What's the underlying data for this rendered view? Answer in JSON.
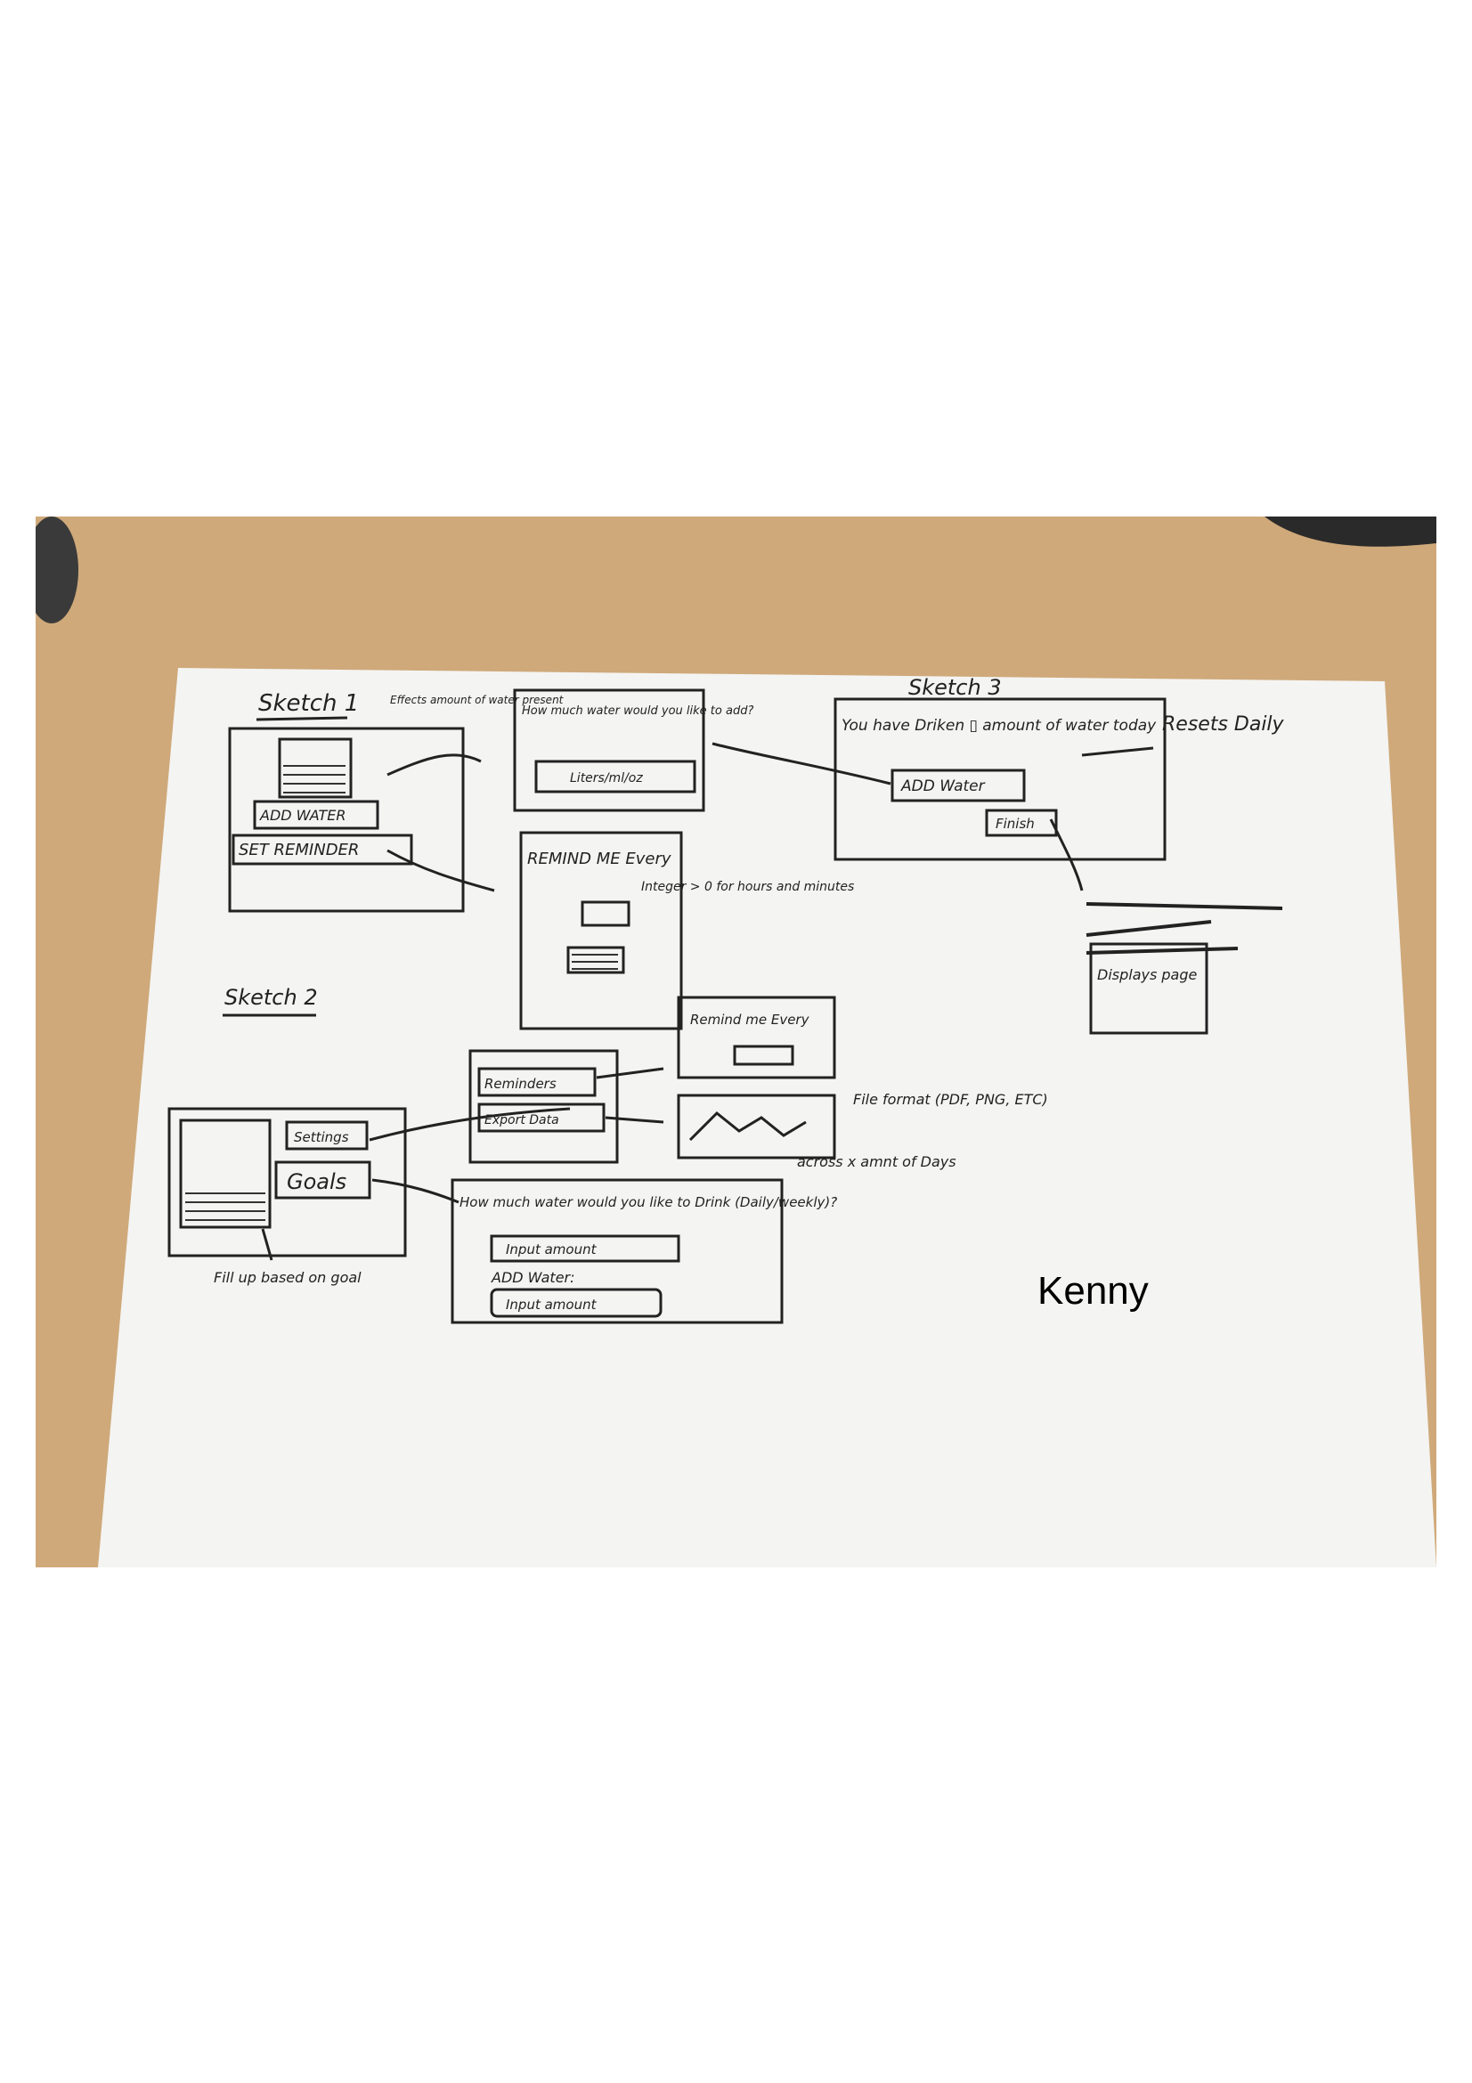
{
  "caption": "Kenny",
  "sketch1": {
    "title": "Sketch 1",
    "note_effects": "Effects amount of water present",
    "add_water": "ADD WATER",
    "set_reminder": "SET REMINDER",
    "add_dialog": "How much water would you like to add?",
    "units_field": "Liters/ml/oz",
    "remind_title": "REMIND ME Every",
    "remind_note": "Integer > 0 for hours and minutes"
  },
  "sketch2": {
    "title": "Sketch 2",
    "settings": "Settings",
    "goals": "Goals",
    "reminders": "Reminders",
    "export_data": "Export Data",
    "remind_title": "Remind me Every",
    "file_format": "File format (PDF, PNG, ETC)",
    "across_days": "across x amnt of Days",
    "goal_dialog": "How much water would you like to Drink (Daily/weekly)?",
    "input_amount_1": "Input amount",
    "add_water_label": "ADD Water:",
    "input_amount_2": "Input amount",
    "fill_note": "Fill up based on goal"
  },
  "sketch3": {
    "title": "Sketch 3",
    "drunk_text": "You have Driken ▯ amount of water today",
    "resets_daily": "Resets Daily",
    "add_water": "ADD Water",
    "finish": "Finish",
    "displays_page": "Displays page"
  }
}
